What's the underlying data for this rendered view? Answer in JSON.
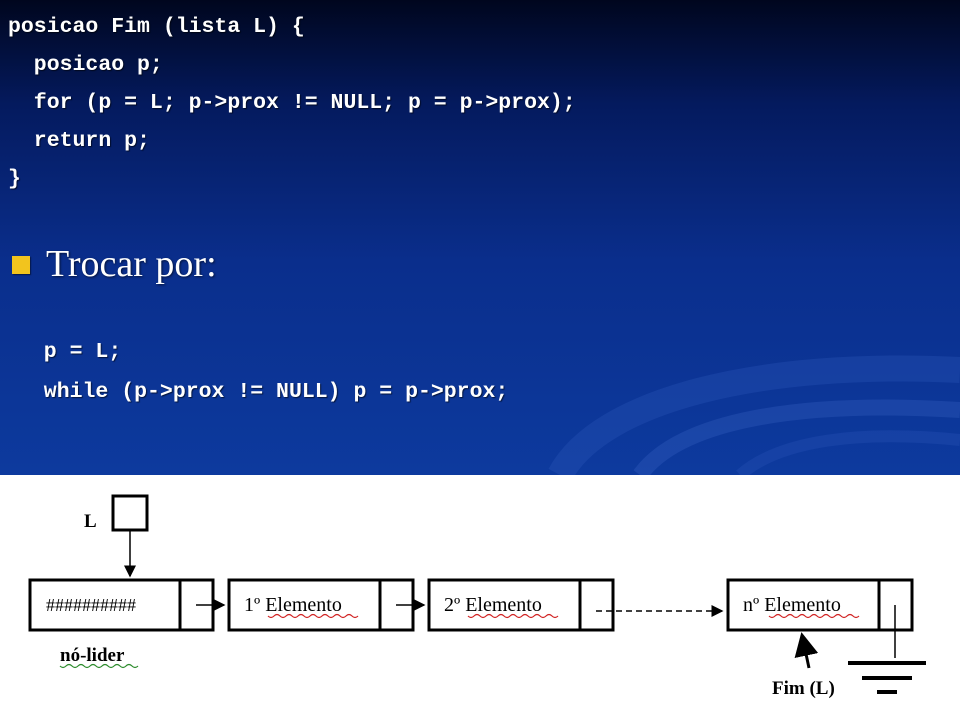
{
  "code_block_1": [
    "posicao Fim (lista L) {",
    "  posicao p;",
    "  for (p = L; p->prox != NULL; p = p->prox);",
    "  return p;",
    "}"
  ],
  "bullet": {
    "text": "Trocar por:"
  },
  "code_block_2": [
    "  p = L;",
    "  while (p->prox != NULL) p = p->prox;"
  ],
  "diagram": {
    "pointer_label": "L",
    "leader_content": "##########",
    "leader_label": "nó-lider",
    "nodes": [
      "1º Elemento",
      "2º Elemento",
      "nº Elemento"
    ],
    "end_label": "Fim (L)"
  }
}
